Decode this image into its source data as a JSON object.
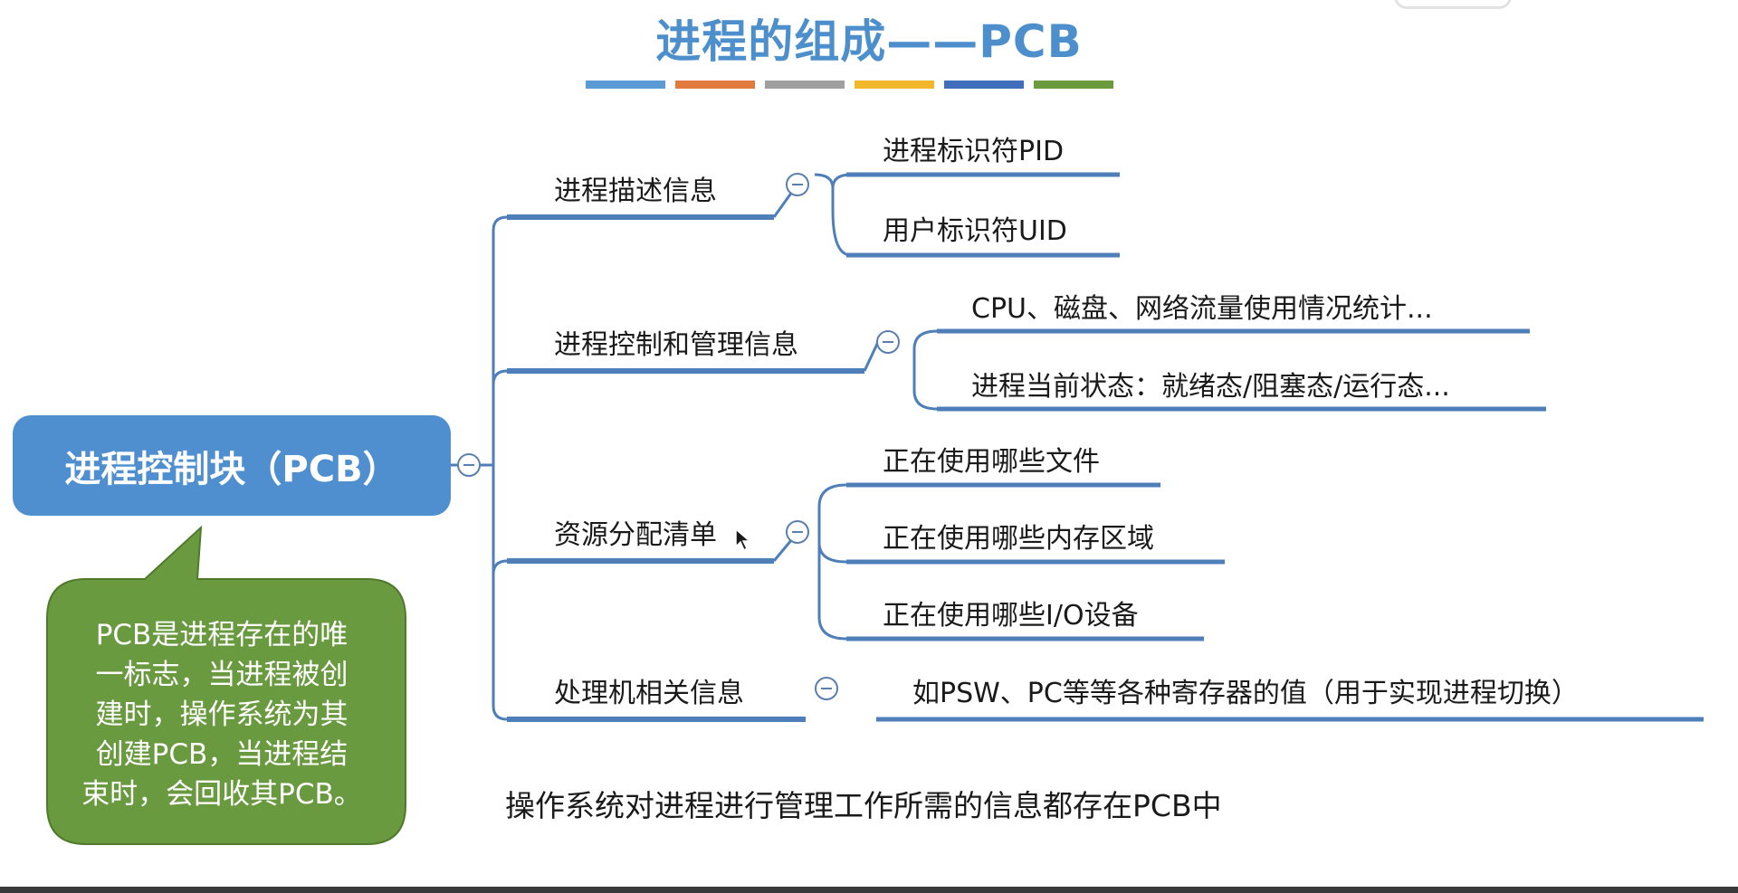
{
  "title": "进程的组成——PCB",
  "title_color": "#4d8fcc",
  "color_bar": [
    "#5b9bd5",
    "#e07a3e",
    "#a0a0a0",
    "#f3b72b",
    "#3f6fba",
    "#6a9b3d"
  ],
  "root": {
    "label": "进程控制块（PCB）",
    "color": "#4f8fd0"
  },
  "callout": {
    "lines": [
      "PCB是进程存在的唯",
      "一标志，当进程被创",
      "建时，操作系统为其",
      "创建PCB，当进程结",
      "束时，会回收其PCB。"
    ],
    "color": "#6a9a3f"
  },
  "branches": [
    {
      "label": "进程描述信息",
      "children": [
        "进程标识符PID",
        "用户标识符UID"
      ]
    },
    {
      "label": "进程控制和管理信息",
      "children": [
        "CPU、磁盘、网络流量使用情况统计...",
        "进程当前状态：就绪态/阻塞态/运行态..."
      ]
    },
    {
      "label": "资源分配清单",
      "children": [
        "正在使用哪些文件",
        "正在使用哪些内存区域",
        "正在使用哪些I/O设备"
      ]
    },
    {
      "label": "处理机相关信息",
      "children": [
        "如PSW、PC等等各种寄存器的值（用于实现进程切换）"
      ]
    }
  ],
  "line_color": "#4f7fb8",
  "footer_note": "操作系统对进程进行管理工作所需的信息都存在PCB中",
  "icons": {
    "collapse": "minus-circle-icon",
    "pointer": "mouse-pointer-icon"
  }
}
